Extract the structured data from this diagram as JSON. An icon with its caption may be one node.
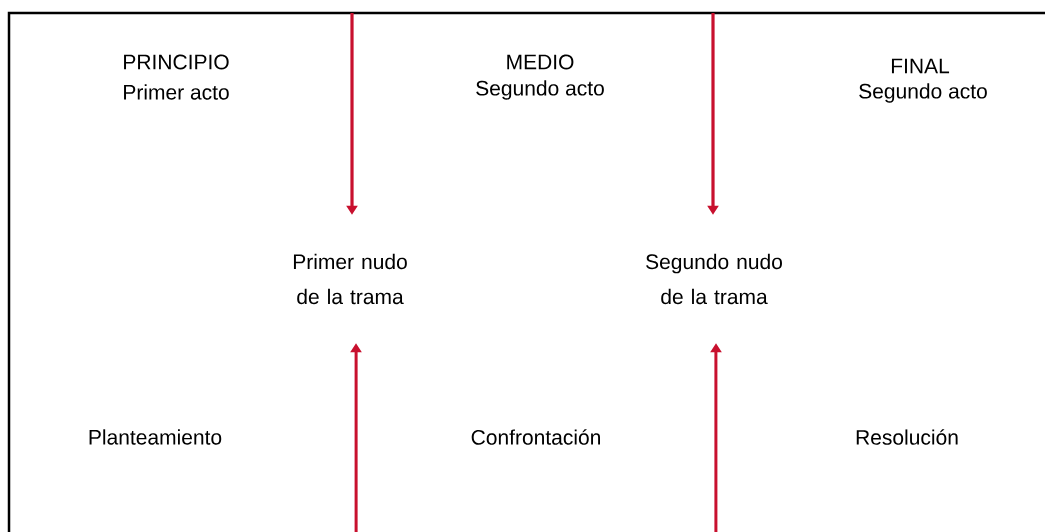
{
  "diagram": {
    "nodes": [
      {
        "text": [
          "Primer nudo de la trama"
        ]
      },
      {
        "text": [
          "Segundo nudo de la trama"
        ]
      }
    ],
    "edges": [
      {
        "from": null,
        "to": 0,
        "arrow": "to"
      },
      {
        "from": null,
        "to": 0,
        "arrow": "to"
      },
      {
        "from": null,
        "to": 1,
        "arrow": "to"
      },
      {
        "from": null,
        "to": 1,
        "arrow": "to"
      }
    ],
    "labels": [
      "PRINCIPIO",
      "Primer acto",
      "MEDIO",
      "Segundo acto",
      "FINAL",
      "Segundo acto",
      "Planteamiento",
      "Confrontación",
      "Resolución"
    ]
  }
}
